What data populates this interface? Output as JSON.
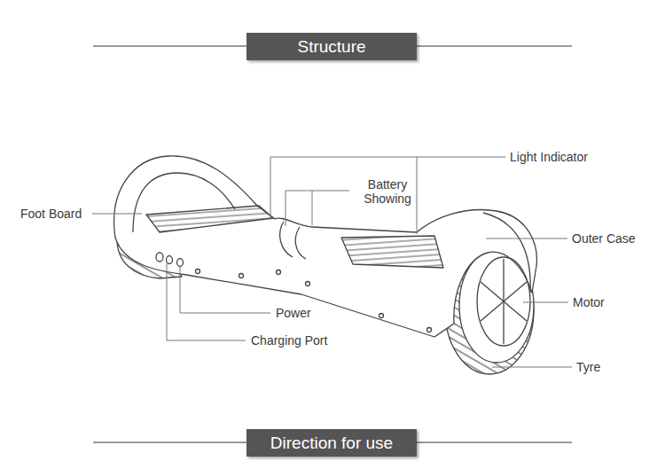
{
  "diagram": {
    "nodes": [
      {
        "text": [
          "Structure"
        ]
      },
      {
        "text": [
          "Direction for use"
        ]
      }
    ],
    "labels": [
      "Light Indicator",
      "Battery Showing",
      "Foot Board",
      "Outer Case",
      "Power",
      "Motor",
      "Charging Port",
      "Tyre"
    ]
  }
}
